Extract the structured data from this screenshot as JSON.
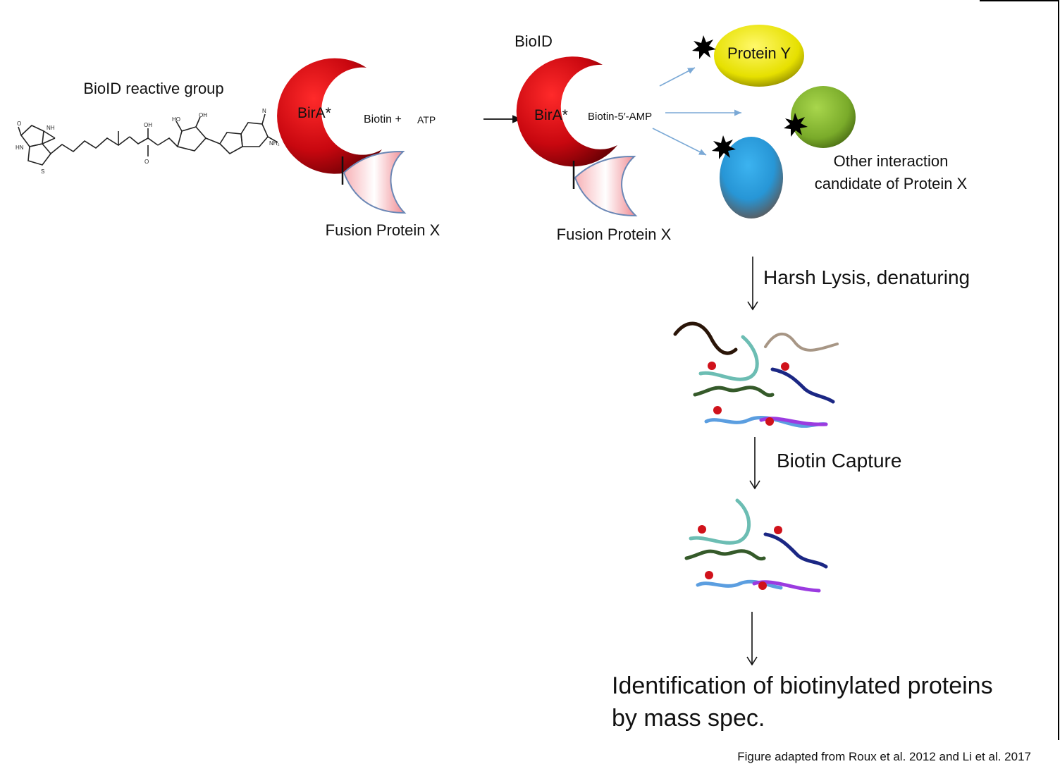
{
  "labels": {
    "reactive_group": "BioID reactive group",
    "birA_left": "BirA*",
    "biotin_atp": "Biotin +",
    "atp": "ATP",
    "fusion_left": "Fusion Protein X",
    "bioid": "BioID",
    "birA_right": "BirA*",
    "biotin_amp": "Biotin-5′-AMP",
    "fusion_right": "Fusion Protein X",
    "protein_y": "Protein Y",
    "other_candidate_line1": "Other interaction",
    "other_candidate_line2": "candidate of Protein X",
    "step_lysis": "Harsh Lysis, denaturing",
    "step_capture": "Biotin Capture",
    "result_line1": "Identification of biotinylated proteins",
    "result_line2": "by mass spec.",
    "credit": "Figure adapted from Roux et al. 2012 and Li et al. 2017"
  },
  "colors": {
    "birA_red": "#c8070f",
    "fusion_pink": "#f7b8bc",
    "protein_y_yellow": "#e6e000",
    "candidate_green": "#7aab2a",
    "candidate_blue": "#2796d6",
    "biotin_dot": "#d0121b",
    "arrow_blue": "#7ba9d6"
  }
}
